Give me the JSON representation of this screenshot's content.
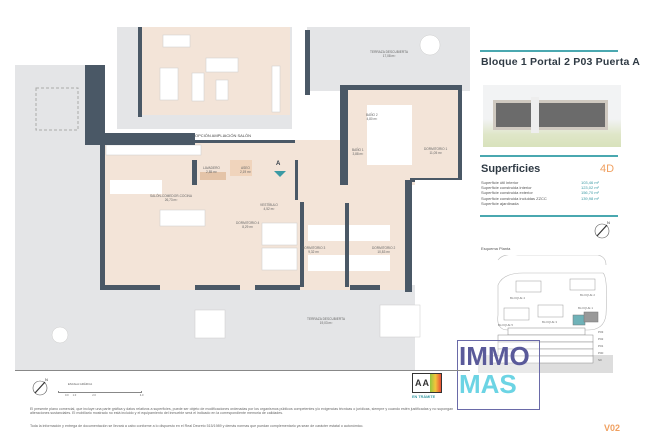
{
  "header": {
    "title": "Bloque 1  Portal 2  P03  Puerta A"
  },
  "surfaces": {
    "title": "Superficies",
    "type": "4D",
    "rows": [
      {
        "label": "Superficie útil interior",
        "value": "103,46 m²"
      },
      {
        "label": "Superficie construida interior",
        "value": "123,02 m²"
      },
      {
        "label": "Superficie construida exterior",
        "value": "156,70 m²"
      },
      {
        "label": "Superficie construida incluidas ZZCC",
        "value": "139,98 m²"
      },
      {
        "label": "Superficie ajardinada",
        "value": ""
      }
    ]
  },
  "schema": {
    "title": "Esquema Planta",
    "blocks": [
      "BLOQUE 4",
      "BLOQUE 2",
      "BLOQUE 5",
      "BLOQUE 3",
      "BLOQUE 1"
    ],
    "floors": [
      "P03",
      "P02",
      "P01",
      "P00",
      "S0"
    ]
  },
  "plan": {
    "option_label": "OPCIÓN AMPLIACIÓN SALÓN",
    "entrance_marker": "A",
    "rooms": [
      {
        "name": "SALÓN-COMEDOR-COCINA",
        "area": "26,73 m²"
      },
      {
        "name": "LAVADERO",
        "area": "2,85 m²"
      },
      {
        "name": "ASEO",
        "area": "2,19 m²"
      },
      {
        "name": "VESTÍBULO",
        "area": "4,52 m²"
      },
      {
        "name": "DORMITORIO 4",
        "area": "8,29 m²"
      },
      {
        "name": "DORMITORIO 3",
        "area": "9,32 m²"
      },
      {
        "name": "DORMITORIO 2",
        "area": "10,83 m²"
      },
      {
        "name": "DORMITORIO 1",
        "area": "11,05 m²"
      },
      {
        "name": "BAÑO 2",
        "area": "4,80 m²"
      },
      {
        "name": "BAÑO 1",
        "area": "3,88 m²"
      },
      {
        "name": "TERRAZA DESCUBIERTA",
        "area": "17,08 m²"
      },
      {
        "name": "TERRAZA DESCUBIERTA",
        "area": "19,03 m²"
      }
    ]
  },
  "scale": {
    "title": "ESCALA GRÁFICA",
    "ticks": [
      "0.0",
      "1.0",
      "2.0",
      "4.0"
    ]
  },
  "energy": {
    "label": "EN TRÁMITE",
    "logo_text": "AA"
  },
  "logo": {
    "line1": "IMMO",
    "line2": "MAS"
  },
  "disclaimer": {
    "p1": "El presente plano comercial, que incluye una parte gráfica y datos relativos a superficies, puede ser objeto de modificaciones ordenadas por los organismos públicos competentes y/o exigencias técnicas o jurídicas, siempre y cuando estén justificadas y no supongan alteraciones sustanciales. El mobiliario mostrado no está incluido y el equipamiento del inmueble será el indicado en la correspondiente memoria de calidades.",
    "p2": "Toda la información y entrega de documentación se llevará a cabo conforme a lo dispuesto en el Real Decreto 515/1989 y demás normas que puedan complementarlo ya sean de carácter estatal o autonómico."
  },
  "version": "V02",
  "colors": {
    "accent": "#4aa8b0",
    "orange": "#f0a060",
    "wall": "#4a5866",
    "floor": "#f3e4d8",
    "terrace": "#e4e5e7"
  }
}
